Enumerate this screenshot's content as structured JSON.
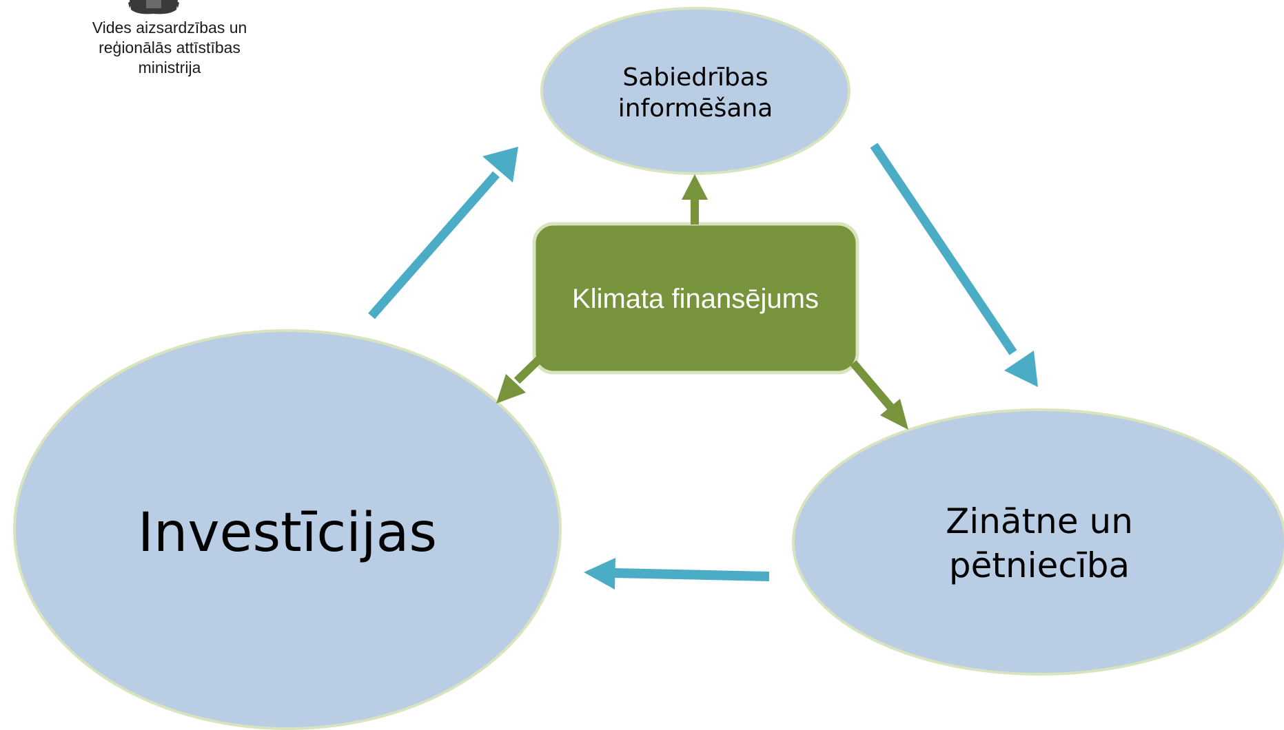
{
  "logo": {
    "org_lines": [
      "Vides aizsardzības un",
      "reģionālās attīstības",
      "ministrija"
    ],
    "emblem_icon": "coat-of-arms-icon"
  },
  "center": {
    "label": "Klimata finansējums",
    "fill": "#77933C",
    "border": "#D7E4BD"
  },
  "nodes": {
    "top": {
      "lines": [
        "Sabiedrības",
        "informēšana"
      ]
    },
    "left": {
      "lines": [
        "Investīcijas"
      ]
    },
    "right": {
      "lines": [
        "Zinātne un",
        "pētniecība"
      ]
    },
    "fill": "#B9CDE5",
    "border": "#D7E4BD"
  },
  "colors": {
    "cycle_arrow": "#4BACC6",
    "center_arrow": "#77933C"
  }
}
